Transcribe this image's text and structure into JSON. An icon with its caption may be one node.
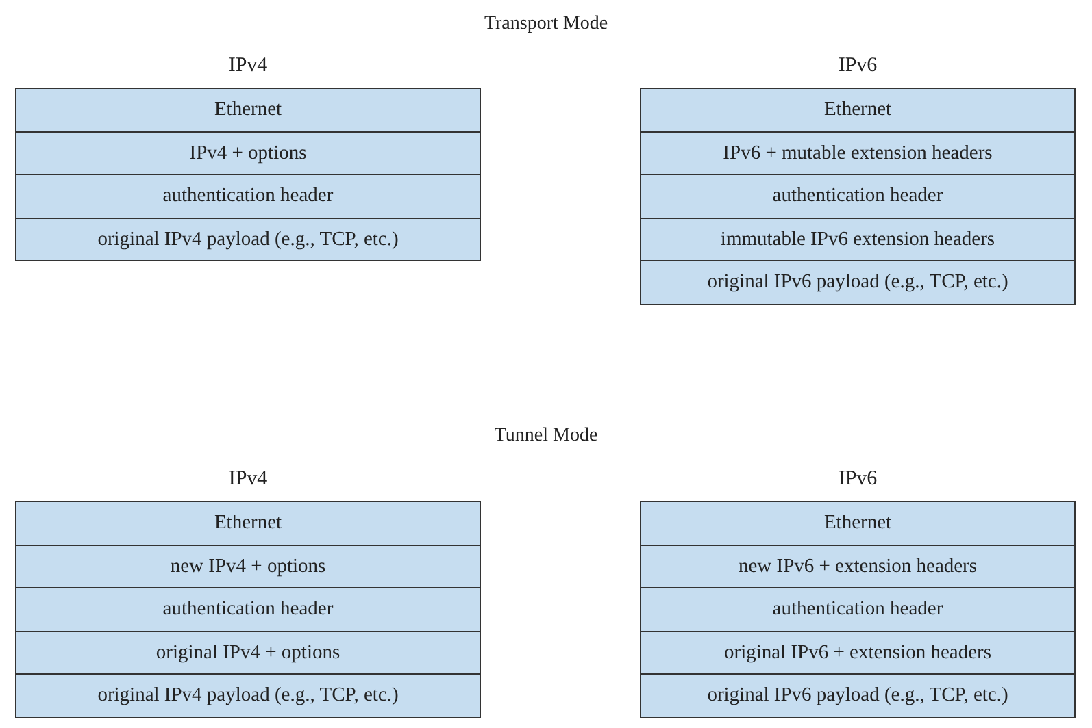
{
  "diagram": {
    "nodes": [
      {
        "text": [
          "IPv4"
        ]
      },
      {
        "text": [
          "Ethernet"
        ],
        "in": 0
      },
      {
        "text": [
          "IPv4 + options"
        ],
        "in": 0
      },
      {
        "text": [
          "authentication header"
        ],
        "in": 0
      },
      {
        "text": [
          "original IPv4 payload (e.g., TCP, etc.)"
        ],
        "in": 0
      },
      {
        "text": [
          "IPv6"
        ]
      },
      {
        "text": [
          "Ethernet"
        ],
        "in": 5
      },
      {
        "text": [
          "IPv6 + mutable extension headers"
        ],
        "in": 5
      },
      {
        "text": [
          "authentication header"
        ],
        "in": 5
      },
      {
        "text": [
          "immutable IPv6 extension headers"
        ],
        "in": 5
      },
      {
        "text": [
          "original IPv6 payload (e.g., TCP, etc.)"
        ],
        "in": 5
      },
      {
        "text": [
          "IPv4"
        ]
      },
      {
        "text": [
          "Ethernet"
        ],
        "in": 11
      },
      {
        "text": [
          "new IPv4 + options"
        ],
        "in": 11
      },
      {
        "text": [
          "authentication header"
        ],
        "in": 11
      },
      {
        "text": [
          "original IPv4 + options"
        ],
        "in": 11
      },
      {
        "text": [
          "original IPv4 payload (e.g., TCP, etc.)"
        ],
        "in": 11
      },
      {
        "text": [
          "IPv6"
        ]
      },
      {
        "text": [
          "Ethernet"
        ],
        "in": 17
      },
      {
        "text": [
          "new IPv6 + extension headers"
        ],
        "in": 17
      },
      {
        "text": [
          "authentication header"
        ],
        "in": 17
      },
      {
        "text": [
          "original IPv6 + extension headers"
        ],
        "in": 17
      },
      {
        "text": [
          "original IPv6 payload (e.g., TCP, etc.)"
        ],
        "in": 17
      }
    ],
    "edges": [],
    "labels": [
      "Transport Mode",
      "Tunnel Mode"
    ]
  }
}
